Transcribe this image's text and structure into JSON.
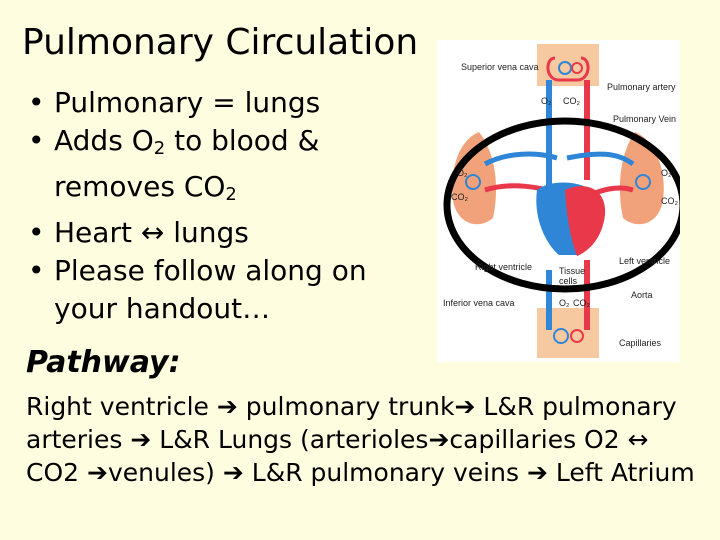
{
  "slide": {
    "title": "Pulmonary Circulation",
    "bullets": [
      {
        "pre": "Pulmonary = lungs",
        "sub": "",
        "post": ""
      },
      {
        "pre": "Adds O",
        "sub": "2",
        "post": " to blood & removes CO"
      },
      {
        "pre": "Heart ↔ lungs",
        "sub": "",
        "post": ""
      },
      {
        "pre": "Please follow along on your handout…",
        "sub": "",
        "post": ""
      }
    ],
    "bullet2_tail_sub": "2",
    "pathway_heading": "Pathway:",
    "pathway_segments": [
      "Right ventricle ",
      " pulmonary trunk",
      " L&R pulmonary arteries ",
      " L&R Lungs (arterioles",
      "capillaries O2 ↔ CO2 ",
      "venules) ",
      " L&R pulmonary veins ",
      " Left Atrium"
    ]
  },
  "diagram": {
    "labels": {
      "superior_vena_cava": "Superior vena cava",
      "pulmonary_artery": "Pulmonary artery",
      "pulmonary_vein": "Pulmonary Vein",
      "o2_top": "O₂",
      "co2_top": "CO₂",
      "o2_left": "O₂",
      "co2_left": "CO₂",
      "o2_right": "O₂",
      "co2_right": "CO₂",
      "right_ventricle": "Right ventricle",
      "left_ventricle": "Left ventricle",
      "tissue_cells": "Tissue cells",
      "inferior_vena_cava": "Inferior vena cava",
      "aorta": "Aorta",
      "o2_bottom": "O₂",
      "co2_bottom": "CO₂",
      "capillaries": "Capillaries"
    },
    "colors": {
      "oxygenated": "#e8384a",
      "deoxygenated": "#2f86d6",
      "lung": "#f2a27a",
      "tissue": "#f7c9a0",
      "highlight_ring": "#000000"
    }
  }
}
